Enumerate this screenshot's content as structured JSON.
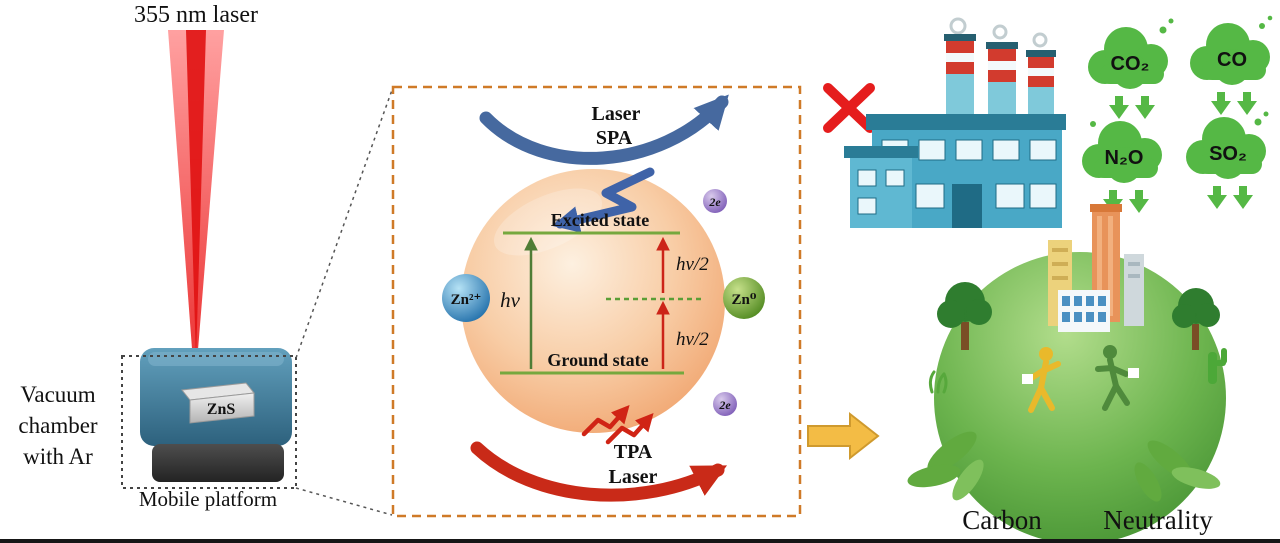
{
  "left": {
    "laser_label": "355 nm laser",
    "chamber_lines": [
      "Vacuum",
      "chamber",
      "with Ar"
    ],
    "sample_label": "ZnS",
    "platform_label": "Mobile platform"
  },
  "diagram": {
    "spa": [
      "Laser",
      "SPA"
    ],
    "tpa": [
      "TPA",
      "Laser"
    ],
    "excited_state_label": "Excited state",
    "ground_state_label": "Ground state",
    "ion_left": "Zn²⁺",
    "ion_right": "Zn⁰",
    "photon": "hν",
    "photon_half_upper": "hν/2",
    "photon_half_lower": "hν/2",
    "electrons_top": "2e",
    "electrons_bottom": "2e"
  },
  "right": {
    "gases": [
      "CO₂",
      "CO",
      "N₂O",
      "SO₂"
    ],
    "caption": [
      "Carbon",
      "Neutrality"
    ]
  },
  "colors": {
    "laser_red": "#e81212",
    "chamber_teal": "#3e7fa3",
    "highlight_orange": "#cf7a28",
    "sphere_peach": "#f5c9a0",
    "spa_blue": "#4a6fb0",
    "tpa_red": "#c92a18",
    "state_green": "#76a83e",
    "ion_blue": "#1f6ca8",
    "ion_green": "#4f8a1e",
    "electron_purple": "#7a58b5",
    "gas_green": "#55b845",
    "factory_teal": "#49a8c6",
    "earth_green": "#55a63d",
    "transition_gold": "#f3bc45"
  }
}
